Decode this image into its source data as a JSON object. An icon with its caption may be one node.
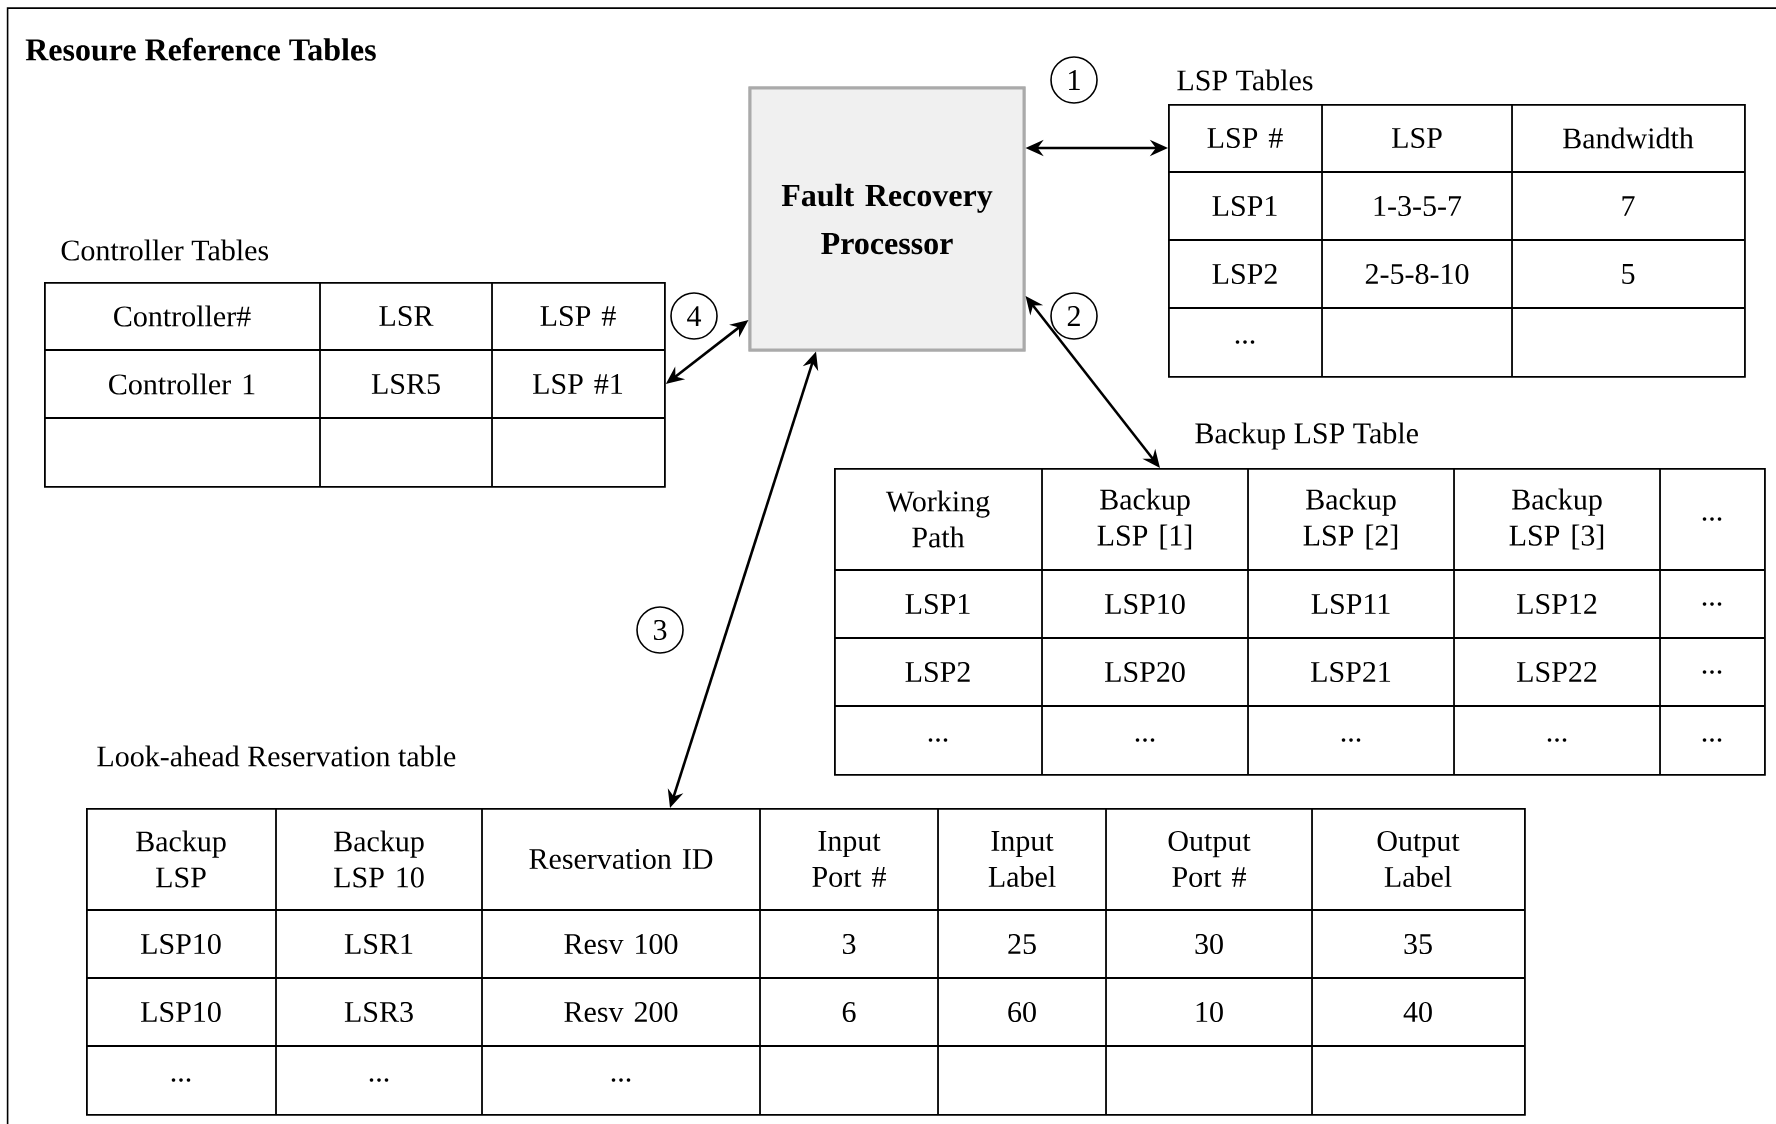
{
  "diagram": {
    "nodes": [
      {
        "text": [
          "Resoure Reference Tables"
        ]
      },
      {
        "text": [
          "Fault Recovery Processor"
        ],
        "in": 0
      },
      {
        "text": [
          "LSP Tables",
          "LSP #",
          "LSP",
          "Bandwidth",
          "LSP1",
          "1-3-5-7",
          "7",
          "LSP2",
          "2-5-8-10",
          "5",
          "..."
        ],
        "in": 0
      },
      {
        "text": [
          "Controller Tables",
          "Controller#",
          "LSR",
          "LSP #",
          "Controller 1",
          "LSR5",
          "LSP #1"
        ],
        "in": 0
      },
      {
        "text": [
          "Backup LSP Table",
          "Working Path",
          "Backup LSP [1]",
          "Backup LSP [2]",
          "Backup LSP [3]",
          "...",
          "LSP1",
          "LSP10",
          "LSP11",
          "LSP12",
          "...",
          "LSP2",
          "LSP20",
          "LSP21",
          "LSP22",
          "...",
          "...",
          "...",
          "...",
          "...",
          "..."
        ],
        "in": 0
      },
      {
        "text": [
          "Look-ahead Reservation table",
          "Backup LSP",
          "Backup LSP 10",
          "Reservation ID",
          "Input Port #",
          "Input Label",
          "Output Port #",
          "Output Label",
          "LSP10",
          "LSR1",
          "Resv 100",
          "3",
          "25",
          "30",
          "35",
          "LSP10",
          "LSR3",
          "Resv 200",
          "6",
          "60",
          "10",
          "40",
          "...",
          "...",
          "..."
        ],
        "in": 0
      }
    ],
    "edges": [
      {
        "from": 1,
        "to": 2,
        "arrow": "both",
        "label": "1"
      },
      {
        "from": 1,
        "to": 4,
        "arrow": "both",
        "label": "2"
      },
      {
        "from": 1,
        "to": 5,
        "arrow": "both",
        "label": "3"
      },
      {
        "from": 3,
        "to": 1,
        "arrow": "both",
        "label": "4"
      }
    ]
  }
}
